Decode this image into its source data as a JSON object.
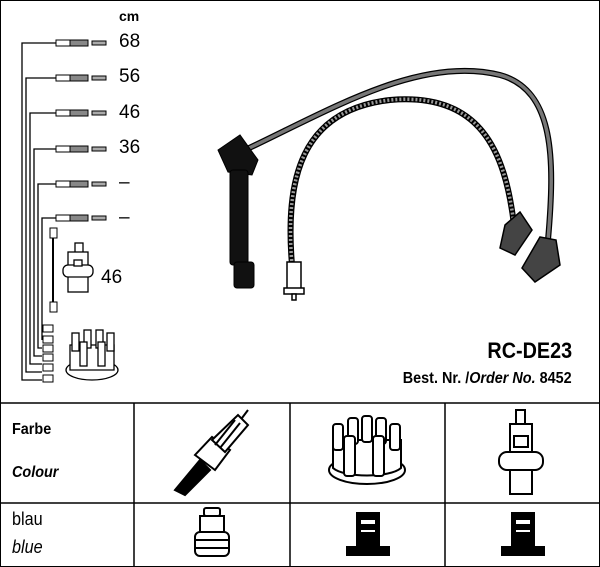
{
  "header": {
    "unit": "cm"
  },
  "lengths": [
    "68",
    "56",
    "46",
    "36",
    "–",
    "–"
  ],
  "coil_length": "46",
  "product": {
    "code": "RC-DE23",
    "order_prefix": "Best. Nr. /",
    "order_label": "Order No.",
    "order_number": "8452"
  },
  "table": {
    "colour_de": "Farbe",
    "colour_en": "Colour",
    "value_de": "blau",
    "value_en": "blue",
    "columns": [
      "spark-plug-icon",
      "distributor-cap-icon",
      "ignition-coil-icon"
    ],
    "connectors": [
      "spark-plug-connector-icon",
      "distributor-connector-icon",
      "coil-connector-icon"
    ]
  }
}
